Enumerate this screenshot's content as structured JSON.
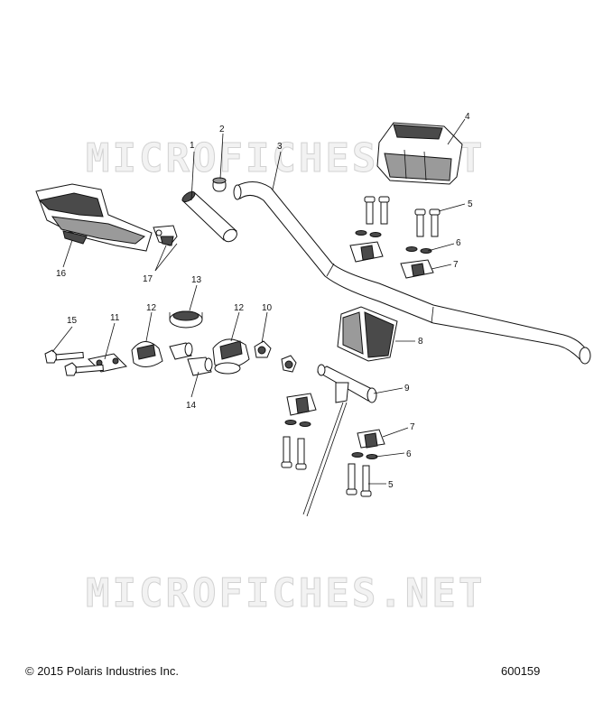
{
  "watermark": {
    "text": "MICROFICHES.NET"
  },
  "callouts": [
    {
      "key": "c1",
      "label": "1"
    },
    {
      "key": "c2",
      "label": "2"
    },
    {
      "key": "c3",
      "label": "3"
    },
    {
      "key": "c4",
      "label": "4"
    },
    {
      "key": "c5a",
      "label": "5"
    },
    {
      "key": "c6a",
      "label": "6"
    },
    {
      "key": "c7a",
      "label": "7"
    },
    {
      "key": "c8",
      "label": "8"
    },
    {
      "key": "c9",
      "label": "9"
    },
    {
      "key": "c10",
      "label": "10"
    },
    {
      "key": "c11",
      "label": "11"
    },
    {
      "key": "c12a",
      "label": "12"
    },
    {
      "key": "c12b",
      "label": "12"
    },
    {
      "key": "c13",
      "label": "13"
    },
    {
      "key": "c14",
      "label": "14"
    },
    {
      "key": "c15",
      "label": "15"
    },
    {
      "key": "c16",
      "label": "16"
    },
    {
      "key": "c17",
      "label": "17"
    },
    {
      "key": "c7b",
      "label": "7"
    },
    {
      "key": "c6b",
      "label": "6"
    },
    {
      "key": "c5b",
      "label": "5"
    }
  ],
  "footer": {
    "copyright": "© 2015 Polaris Industries Inc.",
    "diagram_id": "600159"
  }
}
